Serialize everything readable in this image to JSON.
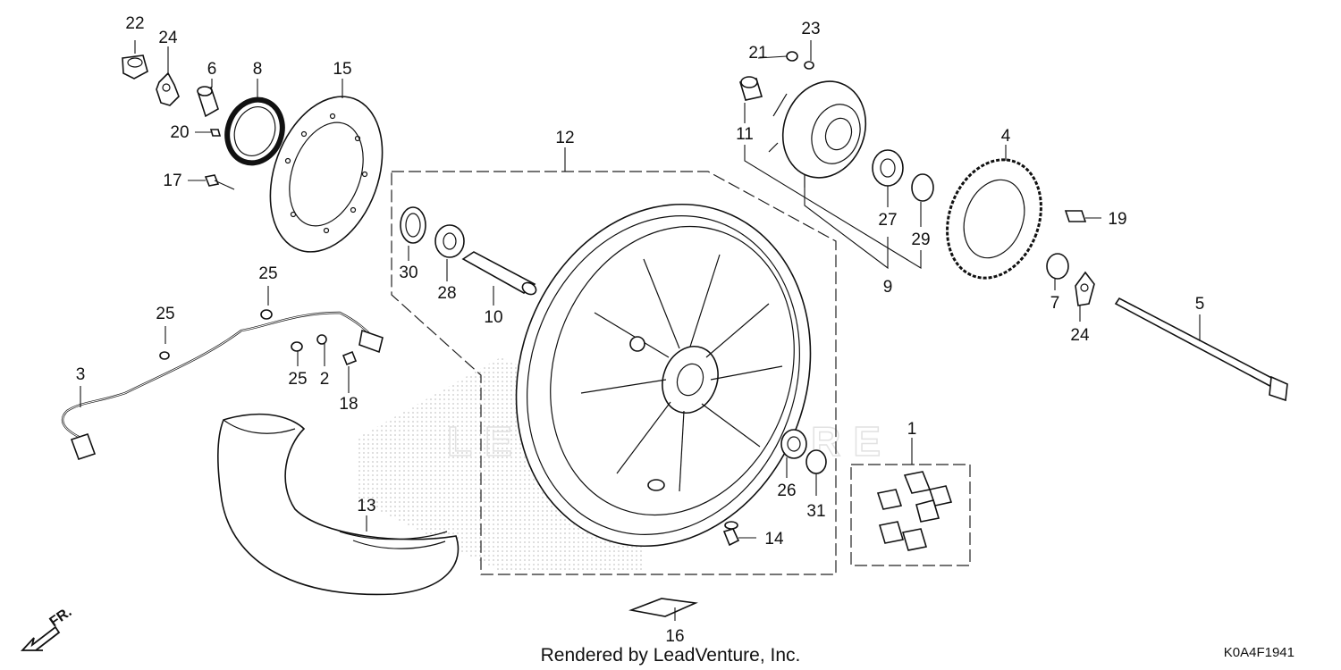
{
  "diagram": {
    "callouts": {
      "c1": "1",
      "c2": "2",
      "c3": "3",
      "c4": "4",
      "c5": "5",
      "c6": "6",
      "c7": "7",
      "c8": "8",
      "c9": "9",
      "c10": "10",
      "c11": "11",
      "c12": "12",
      "c13": "13",
      "c14": "14",
      "c15": "15",
      "c16": "16",
      "c17": "17",
      "c18": "18",
      "c19": "19",
      "c20": "20",
      "c21": "21",
      "c22": "22",
      "c23": "23",
      "c24a": "24",
      "c24b": "24",
      "c25a": "25",
      "c25b": "25",
      "c25c": "25",
      "c26": "26",
      "c27": "27",
      "c28": "28",
      "c29": "29",
      "c30": "30",
      "c31": "31"
    },
    "direction_label": "FR.",
    "footer": "Rendered by LeadVenture, Inc.",
    "diagram_code": "K0A4F1941",
    "watermark": "LEADVENTURE"
  }
}
